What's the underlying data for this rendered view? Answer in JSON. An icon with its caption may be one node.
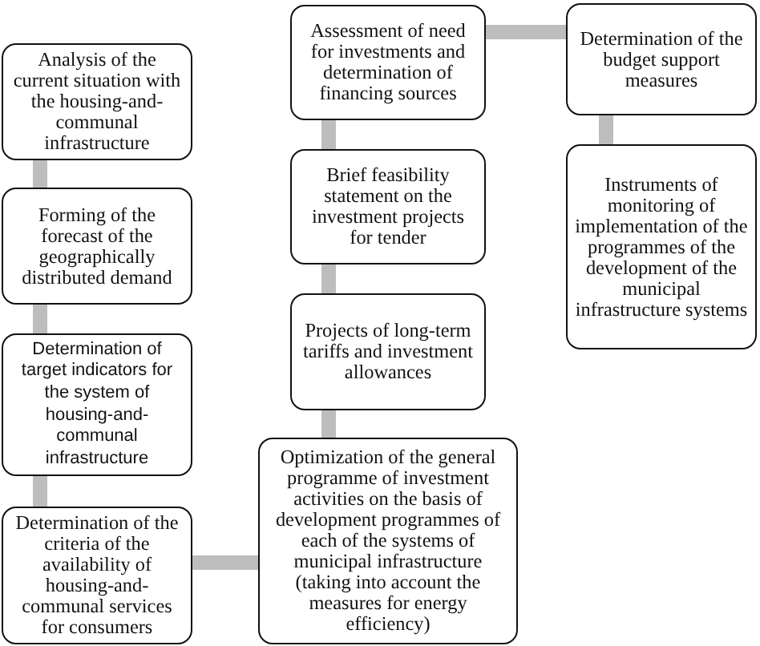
{
  "diagram": {
    "nodes": [
      {
        "text": [
          "Analysis of the current situation with the housing-and-communal infrastructure"
        ]
      },
      {
        "text": [
          "Forming of the forecast of the geographically distributed demand"
        ]
      },
      {
        "text": [
          "Determination of target indicators for the system of housing-and-communal infrastructure"
        ]
      },
      {
        "text": [
          "Determination of the criteria of the availability of housing-and-communal services for consumers"
        ]
      },
      {
        "text": [
          "Assessment of need for investments and determination of financing sources"
        ]
      },
      {
        "text": [
          "Brief feasibility statement on the investment projects for tender"
        ]
      },
      {
        "text": [
          "Projects of long-term tariffs and investment allowances"
        ]
      },
      {
        "text": [
          "Optimization of the general programme of investment activities on the basis of development programmes of each of the systems of municipal infrastructure (taking into account the measures for energy efficiency)"
        ]
      },
      {
        "text": [
          "Determination of the budget support measures"
        ]
      },
      {
        "text": [
          "Instruments of monitoring of implementation of the programmes of the development of the municipal infrastructure systems"
        ]
      }
    ],
    "edges": [
      {
        "from": 0,
        "to": 1,
        "arrow": "none"
      },
      {
        "from": 1,
        "to": 2,
        "arrow": "none"
      },
      {
        "from": 2,
        "to": 3,
        "arrow": "none"
      },
      {
        "from": 3,
        "to": 7,
        "arrow": "none"
      },
      {
        "from": 7,
        "to": 6,
        "arrow": "none"
      },
      {
        "from": 6,
        "to": 5,
        "arrow": "none"
      },
      {
        "from": 5,
        "to": 4,
        "arrow": "none"
      },
      {
        "from": 4,
        "to": 8,
        "arrow": "none"
      },
      {
        "from": 8,
        "to": 9,
        "arrow": "none"
      }
    ]
  }
}
